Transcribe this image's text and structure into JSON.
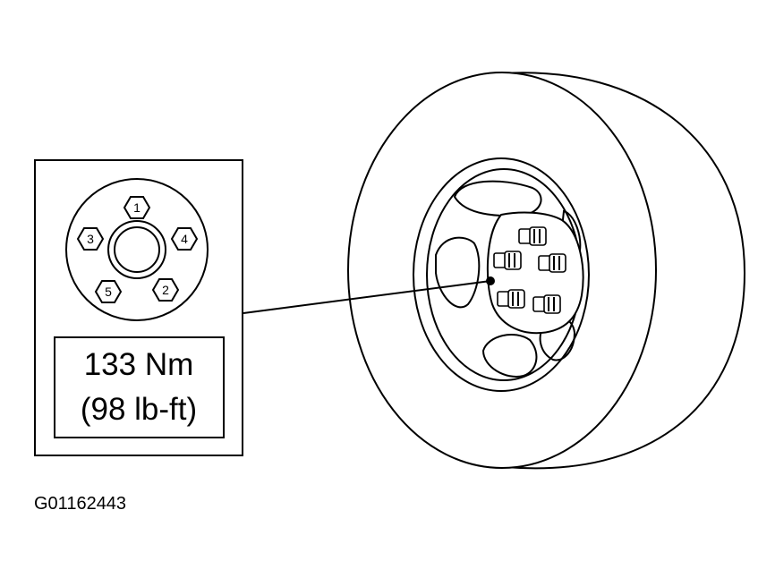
{
  "figure_code": "G01162443",
  "torque": {
    "metric": "133 Nm",
    "imperial": "(98 lb-ft)"
  },
  "lug_sequence": [
    "1",
    "2",
    "3",
    "4",
    "5"
  ]
}
